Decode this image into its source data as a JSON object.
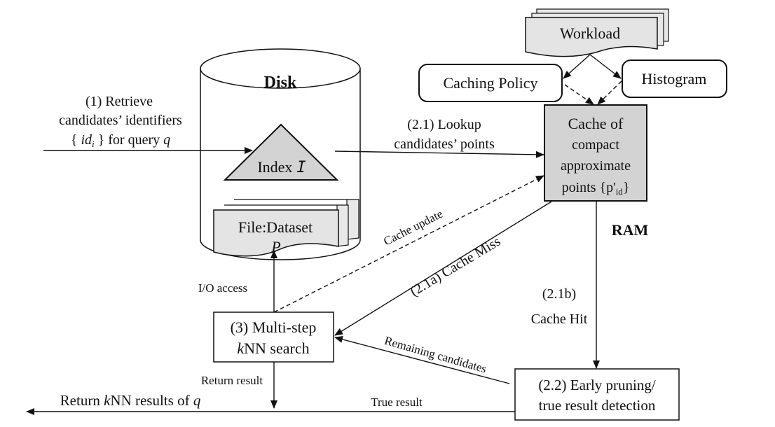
{
  "disk": {
    "label": "Disk"
  },
  "index": {
    "label": "Index",
    "symbol": "I"
  },
  "dataset": {
    "label": "File:Dataset",
    "symbol": "P"
  },
  "workload": {
    "label": "Workload"
  },
  "caching_policy": {
    "label": "Caching Policy"
  },
  "histogram": {
    "label": "Histogram"
  },
  "cache": {
    "line1": "Cache of",
    "line2": "compact",
    "line3": "approximate",
    "line4_main": "points {p'",
    "line4_sub": "id",
    "line4_end": "}"
  },
  "ram": {
    "label": "RAM"
  },
  "step1": {
    "line1": "(1) Retrieve",
    "line2": "candidates’ identifiers",
    "line3_pre": "{ ",
    "line3_id": "id",
    "line3_sub": "i",
    "line3_post": " } for query ",
    "line3_q": "q"
  },
  "step21": {
    "line1": "(2.1) Lookup",
    "line2": "candidates’ points"
  },
  "cache_update": {
    "label": "Cache update"
  },
  "cache_miss": {
    "label": "(2.1a) Cache Miss"
  },
  "cache_hit": {
    "line1": "(2.1b)",
    "line2": "Cache Hit"
  },
  "io_access": {
    "label": "I/O access"
  },
  "multistep": {
    "line1": "(3) Multi-step",
    "line2_k": "k",
    "line2_rest": "NN search"
  },
  "remaining": {
    "label": "Remaining  candidates"
  },
  "early": {
    "line1": "(2.2) Early pruning/",
    "line2": "true result detection"
  },
  "return_result": {
    "label": "Return result"
  },
  "true_result": {
    "label": "True result"
  },
  "final": {
    "pre": "Return ",
    "k": "k",
    "mid": "NN results of ",
    "q": "q"
  }
}
